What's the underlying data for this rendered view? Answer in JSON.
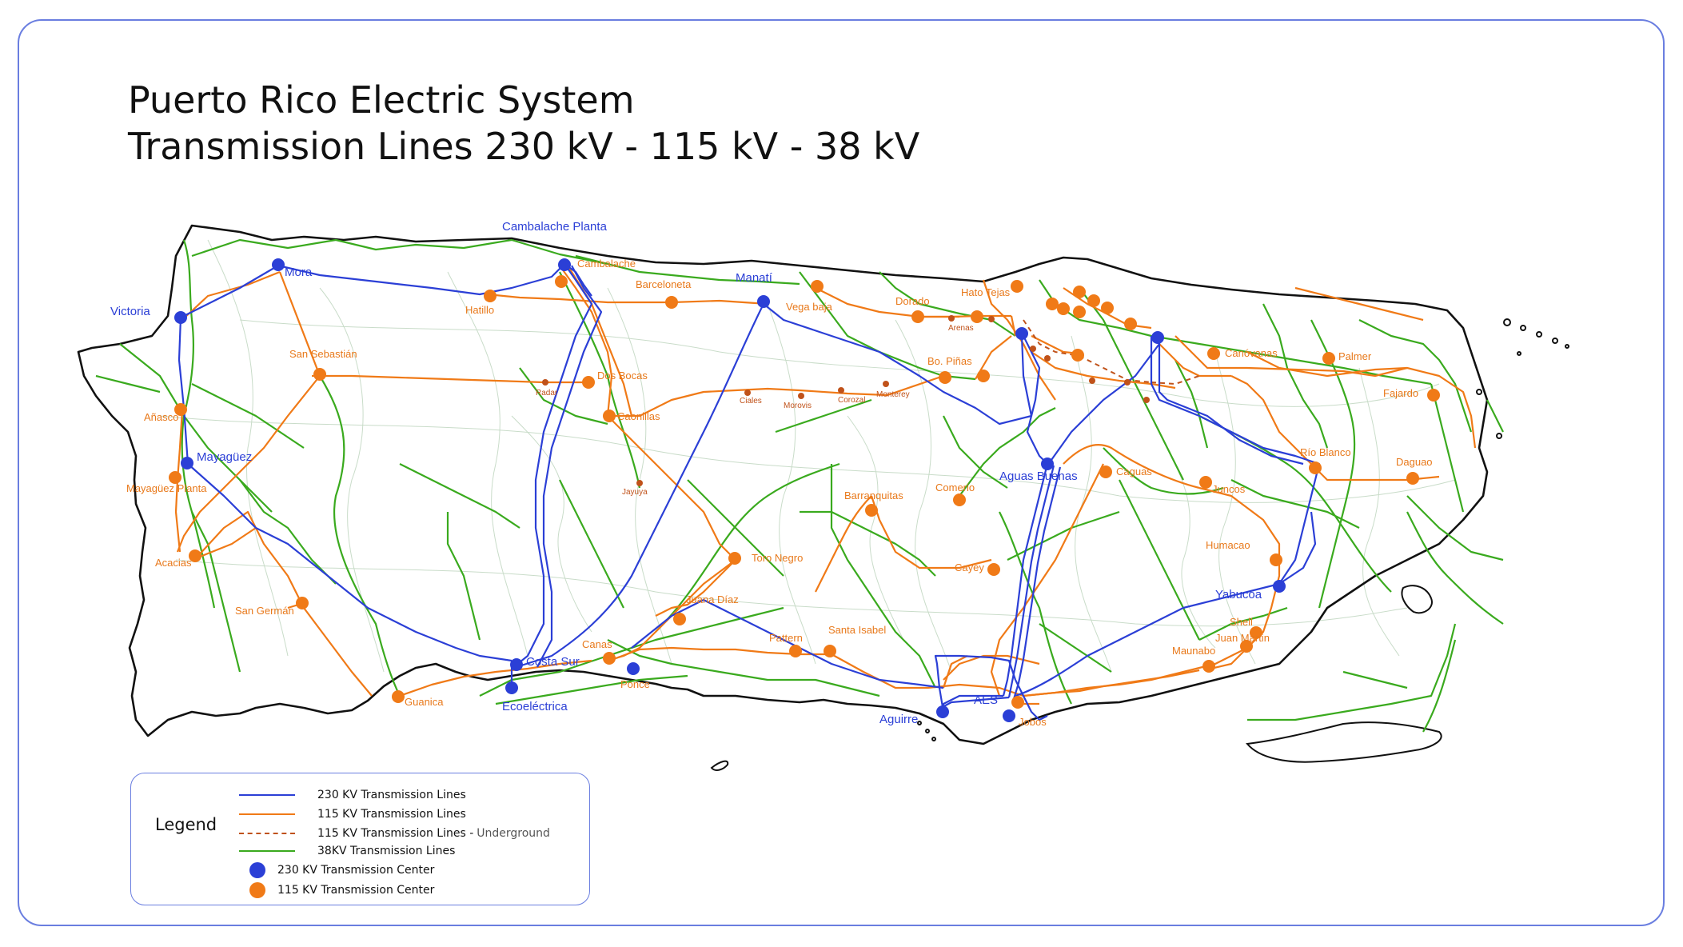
{
  "title": {
    "line1": "Puerto Rico Electric System",
    "line2": "Transmission Lines 230 kV - 115 kV - 38 kV"
  },
  "colors": {
    "frame": "#6a7ee0",
    "kv230": "#2b3fd6",
    "kv115": "#f07a17",
    "kv38": "#3aaa1e",
    "roads": "#c9dcc9",
    "coast": "#111111"
  },
  "legend": {
    "title": "Legend",
    "items": [
      {
        "label": "230 KV Transmission Lines"
      },
      {
        "label": "115 KV Transmission Lines"
      },
      {
        "label": "115 KV Transmission Lines -",
        "note": "Underground"
      },
      {
        "label": "38KV Transmission Lines"
      },
      {
        "label": "230 KV Transmission Center"
      },
      {
        "label": "115 KV Transmission Center"
      }
    ]
  },
  "centers_230": [
    {
      "name": "Mora"
    },
    {
      "name": "Victoria"
    },
    {
      "name": "Cambalache Planta"
    },
    {
      "name": "Manatí"
    },
    {
      "name": "Mayagüez"
    },
    {
      "name": "Aguas Buenas"
    },
    {
      "name": "Yabucoa"
    },
    {
      "name": "Costa Sur"
    },
    {
      "name": "Ecoeléctrica"
    },
    {
      "name": "Aguirre"
    },
    {
      "name": "AES"
    }
  ],
  "centers_115": [
    {
      "name": "Cambalache"
    },
    {
      "name": "Hatillo"
    },
    {
      "name": "Barceloneta"
    },
    {
      "name": "Vega baja"
    },
    {
      "name": "Dorado"
    },
    {
      "name": "Hato Tejas"
    },
    {
      "name": "San Sebastián"
    },
    {
      "name": "Dos Bocas"
    },
    {
      "name": "Caonillas"
    },
    {
      "name": "Bo. Piñas"
    },
    {
      "name": "Canóvanas"
    },
    {
      "name": "Palmer"
    },
    {
      "name": "Fajardo"
    },
    {
      "name": "Añasco"
    },
    {
      "name": "Mayagüez Planta"
    },
    {
      "name": "Caguas"
    },
    {
      "name": "Juncos"
    },
    {
      "name": "Río Blanco"
    },
    {
      "name": "Daguao"
    },
    {
      "name": "Barranquitas"
    },
    {
      "name": "Comerio"
    },
    {
      "name": "Toro Negro"
    },
    {
      "name": "Acacias"
    },
    {
      "name": "San Germán"
    },
    {
      "name": "Cayey"
    },
    {
      "name": "Humacao"
    },
    {
      "name": "Juana Díaz"
    },
    {
      "name": "Canas"
    },
    {
      "name": "Ponce"
    },
    {
      "name": "Pattern"
    },
    {
      "name": "Santa Isabel"
    },
    {
      "name": "Guanica"
    },
    {
      "name": "Shell"
    },
    {
      "name": "Juan Martin"
    },
    {
      "name": "Maunabo"
    },
    {
      "name": "Jobos"
    }
  ],
  "substations_minor": [
    {
      "name": "Radar"
    },
    {
      "name": "Ciales"
    },
    {
      "name": "Morovis"
    },
    {
      "name": "Corozal"
    },
    {
      "name": "Monterey"
    },
    {
      "name": "Arenas"
    },
    {
      "name": "Jayuya"
    }
  ]
}
